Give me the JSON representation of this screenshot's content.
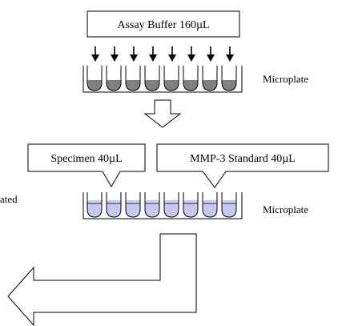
{
  "step1": {
    "reagent_label": "Assay Buffer 160µL",
    "plate_label": "Microplate",
    "arrow_count": 8,
    "well_count": 8
  },
  "step2": {
    "specimen_label": "Specimen 40µL",
    "standard_label": "MMP-3 Standard 40µL",
    "left_partial_label": "ated",
    "plate_label": "Microplate",
    "well_count": 8
  },
  "colors": {
    "well_fill_gray": "#808080",
    "well_fill_lavender": "#c8c8f0",
    "stroke": "#000000"
  }
}
